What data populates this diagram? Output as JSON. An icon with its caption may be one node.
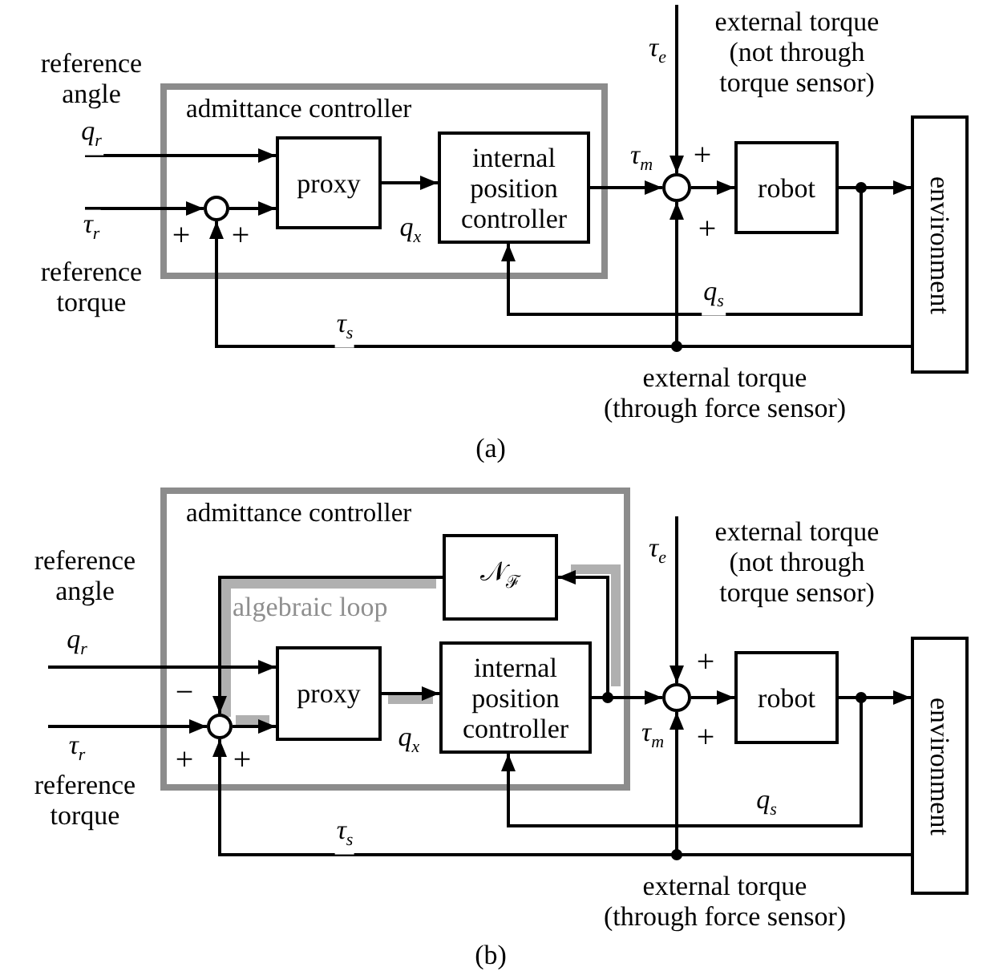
{
  "diagram": {
    "nodes": [
      {
        "text": [
          "admittance controller"
        ]
      },
      {
        "text": [
          "proxy"
        ],
        "in": 0
      },
      {
        "text": [],
        "shape": "circle",
        "in": 0,
        "beside": [
          "+",
          "+"
        ]
      },
      {
        "text": [
          "internal position controller"
        ],
        "in": 0
      },
      {
        "text": [],
        "shape": "circle",
        "beside": [
          "+",
          "+"
        ]
      },
      {
        "text": [
          "robot"
        ]
      },
      {
        "text": [
          "environment"
        ]
      },
      {
        "text": [
          "admittance controller"
        ]
      },
      {
        "text": [
          "𝒩$_{ℱ}$"
        ],
        "in": 7
      },
      {
        "text": [
          "proxy"
        ],
        "in": 7
      },
      {
        "text": [],
        "shape": "circle",
        "in": 7,
        "beside": [
          "−",
          "+",
          "+"
        ]
      },
      {
        "text": [
          "internal position controller"
        ],
        "in": 7
      },
      {
        "text": [],
        "shape": "circle",
        "beside": [
          "+",
          "+"
        ]
      },
      {
        "text": [
          "robot"
        ]
      },
      {
        "text": [
          "environment"
        ]
      }
    ],
    "edges": [
      {
        "from": null,
        "to": 1,
        "arrow": "to",
        "label": "*q*$_{r}$"
      },
      {
        "from": null,
        "to": 2,
        "arrow": "to",
        "label": "*τ*$_{r}$"
      },
      {
        "from": 2,
        "to": 1,
        "arrow": "to"
      },
      {
        "from": 1,
        "to": 3,
        "arrow": "to",
        "label": "*q*$_{x}$"
      },
      {
        "from": 3,
        "to": 4,
        "arrow": "to",
        "label": "*τ*$_{m}$"
      },
      {
        "from": null,
        "to": 4,
        "arrow": "to",
        "label": "*τ*$_{e}$"
      },
      {
        "from": 4,
        "to": 5,
        "arrow": "to"
      },
      {
        "from": 5,
        "to": 6,
        "arrow": "to"
      },
      {
        "from": 5,
        "to": 3,
        "arrow": "to",
        "label": "*q*$_{s}$"
      },
      {
        "from": 6,
        "to": 4,
        "arrow": "to"
      },
      {
        "from": 6,
        "to": 2,
        "arrow": "to",
        "label": "*τ*$_{s}$"
      },
      {
        "from": null,
        "to": 9,
        "arrow": "to",
        "label": "*q*$_{r}$"
      },
      {
        "from": null,
        "to": 10,
        "arrow": "to",
        "label": "*τ*$_{r}$"
      },
      {
        "from": 10,
        "to": 9,
        "arrow": "to"
      },
      {
        "from": 9,
        "to": 11,
        "arrow": "to",
        "label": "*q*$_{x}$"
      },
      {
        "from": 11,
        "to": 12,
        "arrow": "to",
        "label": "*τ*$_{m}$"
      },
      {
        "from": 11,
        "to": 8,
        "arrow": "to"
      },
      {
        "from": 8,
        "to": 10,
        "arrow": "to"
      },
      {
        "from": null,
        "to": 12,
        "arrow": "to",
        "label": "*τ*$_{e}$"
      },
      {
        "from": 12,
        "to": 13,
        "arrow": "to"
      },
      {
        "from": 13,
        "to": 14,
        "arrow": "to"
      },
      {
        "from": 13,
        "to": 11,
        "arrow": "to",
        "label": "*q*$_{s}$"
      },
      {
        "from": 14,
        "to": 12,
        "arrow": "to"
      },
      {
        "from": 14,
        "to": 10,
        "arrow": "to",
        "label": "*τ*$_{s}$"
      }
    ],
    "labels": [
      "reference angle",
      "reference torque",
      "external torque (not through torque sensor)",
      "external torque (through force sensor)",
      "(a)",
      "reference angle",
      "algebraic loop",
      "reference torque",
      "external torque (not through torque sensor)",
      "external torque (through force sensor)",
      "(b)"
    ]
  }
}
